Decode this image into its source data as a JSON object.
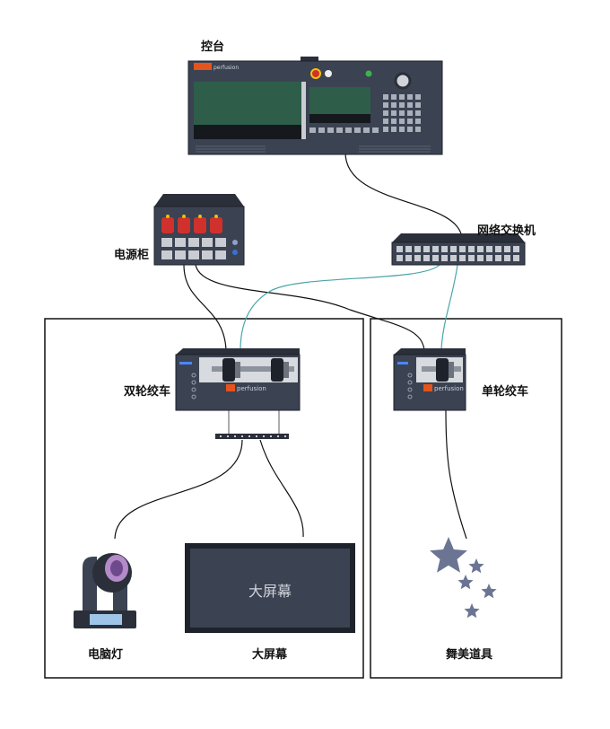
{
  "labels": {
    "console": "控台",
    "power_cabinet": "电源柜",
    "network_switch": "网络交换机",
    "double_winch": "双轮绞车",
    "single_winch": "单轮绞车",
    "moving_light": "电脑灯",
    "big_screen": "大屏幕",
    "stage_props": "舞美道具"
  },
  "screen_text": "大屏幕",
  "brand": "perfusion",
  "colors": {
    "device_body": "#3b4252",
    "device_dark": "#2a2f3a",
    "console_green": "#2e5e4a",
    "socket_red": "#d0312d",
    "network_cable": "#4aa5a8",
    "power_cable": "#111111",
    "star": "#6b7593",
    "brand_orange": "#e5541c"
  }
}
